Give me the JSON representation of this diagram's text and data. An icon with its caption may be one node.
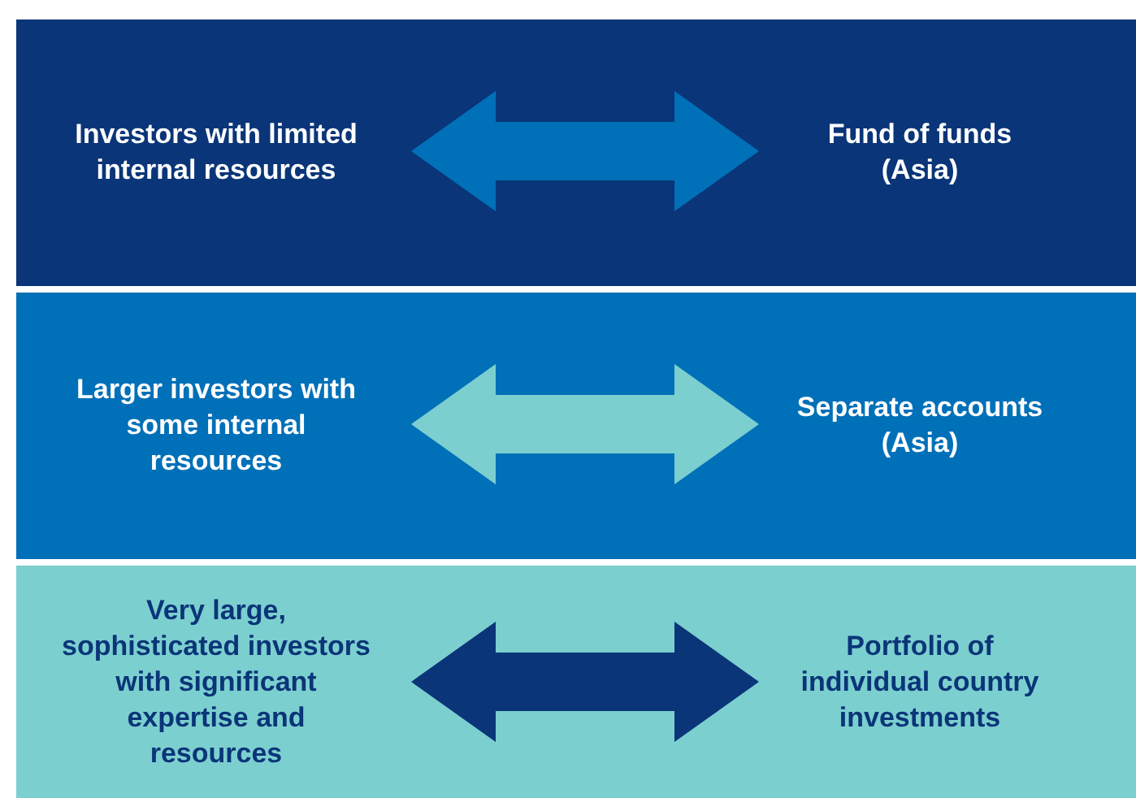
{
  "diagram": {
    "nodes": [
      {
        "text": [],
        "shape": "box"
      },
      {
        "text": [
          "Investors with limited internal resources"
        ],
        "in": 0
      },
      {
        "text": [
          "Fund of funds (Asia)"
        ],
        "in": 0
      },
      {
        "text": [],
        "shape": "box"
      },
      {
        "text": [
          "Larger investors with some internal resources"
        ],
        "in": 3
      },
      {
        "text": [
          "Separate accounts (Asia)"
        ],
        "in": 3
      },
      {
        "text": [],
        "shape": "box"
      },
      {
        "text": [
          "Very large, sophisticated investors with significant expertise and resources"
        ],
        "in": 6
      },
      {
        "text": [
          "Portfolio of individual country investments"
        ],
        "in": 6
      }
    ],
    "edges": [
      {
        "from": 1,
        "to": 2,
        "arrow": "both",
        "color": "#0070b8"
      },
      {
        "from": 4,
        "to": 5,
        "arrow": "both",
        "color": "#7ccfcf"
      },
      {
        "from": 7,
        "to": 8,
        "arrow": "both",
        "color": "#0a3578"
      }
    ]
  }
}
